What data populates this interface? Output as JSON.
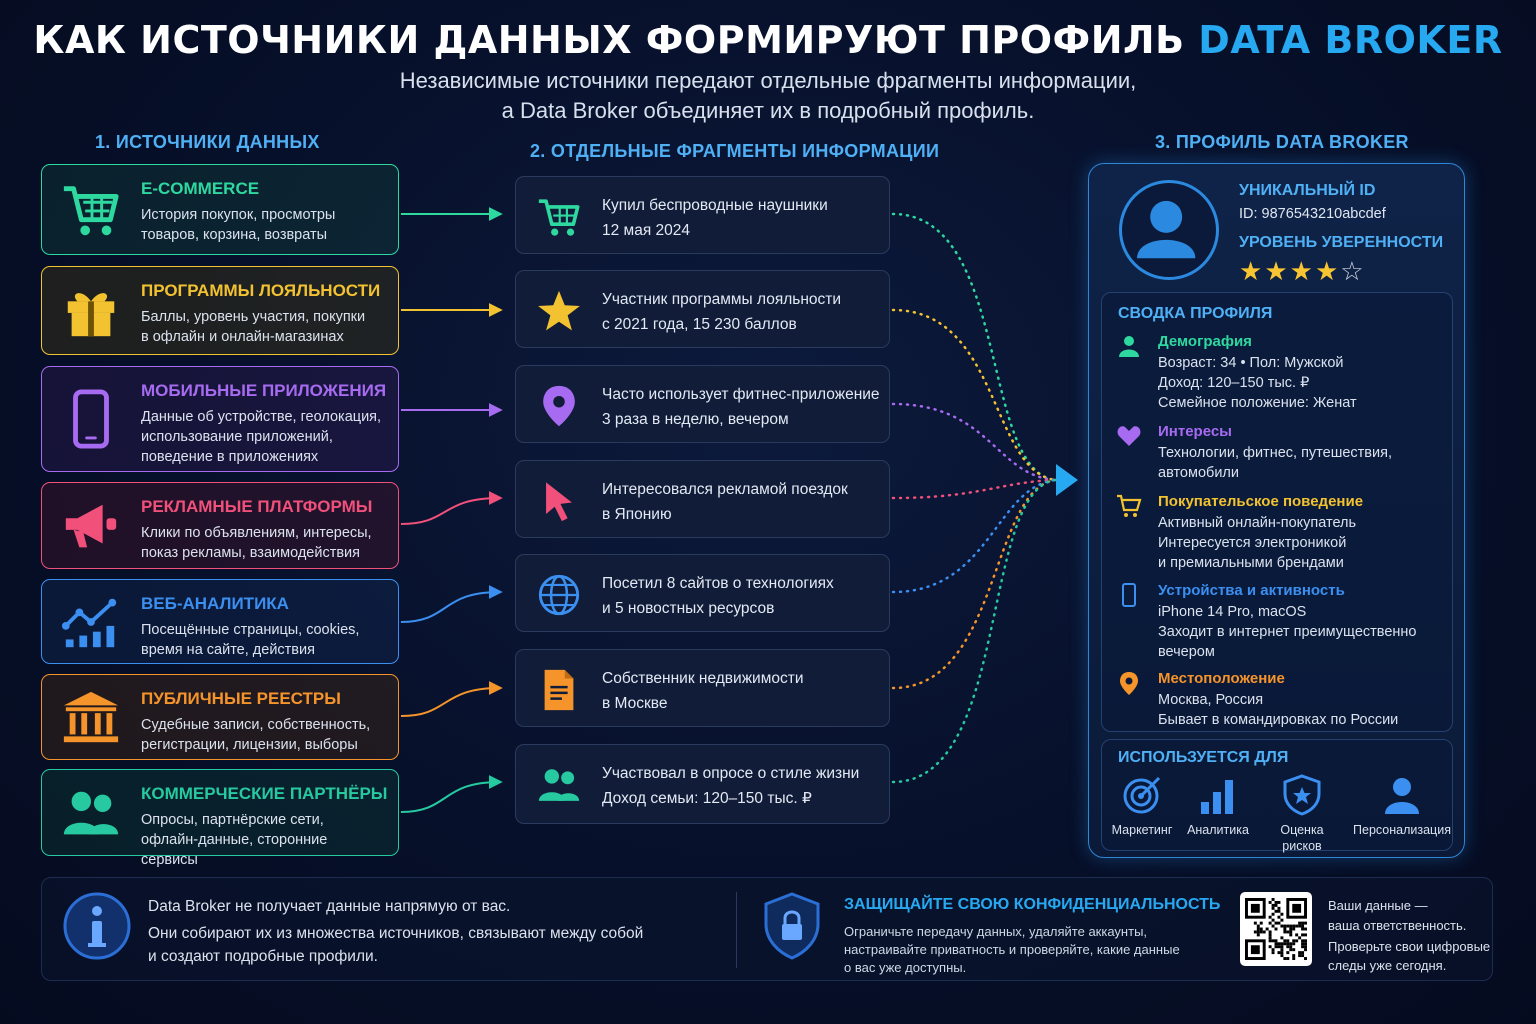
{
  "title": {
    "main": "КАК ИСТОЧНИКИ ДАННЫХ ФОРМИРУЮТ ПРОФИЛЬ",
    "accent": "DATA BROKER"
  },
  "subtitle": {
    "line1": "Независимые источники передают отдельные фрагменты информации,",
    "line2": "а Data Broker объединяет их в подробный профиль."
  },
  "columns": {
    "sources": "1. ИСТОЧНИКИ ДАННЫХ",
    "fragments": "2. ОТДЕЛЬНЫЕ ФРАГМЕНТЫ ИНФОРМАЦИИ",
    "profile": "3. ПРОФИЛЬ DATA BROKER"
  },
  "sources": [
    {
      "name": "E-COMMERCE",
      "line1": "История покупок, просмотры",
      "line2": "товаров, корзина, возвраты",
      "line3": "",
      "color": "#2ed9a0",
      "icon": "cart-icon"
    },
    {
      "name": "ПРОГРАММЫ ЛОЯЛЬНОСТИ",
      "line1": "Баллы, уровень участия, покупки",
      "line2": "в офлайн и онлайн-магазинах",
      "line3": "",
      "color": "#f2c230",
      "icon": "gift-icon"
    },
    {
      "name": "МОБИЛЬНЫЕ ПРИЛОЖЕНИЯ",
      "line1": "Данные об устройстве, геолокация,",
      "line2": "использование приложений,",
      "line3": "поведение в приложениях",
      "color": "#a66bf0",
      "icon": "phone-icon"
    },
    {
      "name": "РЕКЛАМНЫЕ ПЛАТФОРМЫ",
      "line1": "Клики по объявлениям, интересы,",
      "line2": "показ рекламы, взаимодействия",
      "line3": "",
      "color": "#f0507a",
      "icon": "megaphone-icon"
    },
    {
      "name": "ВЕБ-АНАЛИТИКА",
      "line1": "Посещённые страницы, cookies,",
      "line2": "время на сайте, действия",
      "line3": "",
      "color": "#3b8ff0",
      "icon": "analytics-icon"
    },
    {
      "name": "ПУБЛИЧНЫЕ РЕЕСТРЫ",
      "line1": "Судебные записи, собственность,",
      "line2": "регистрации, лицензии, выборы",
      "line3": "",
      "color": "#f5942a",
      "icon": "building-icon"
    },
    {
      "name": "КОММЕРЧЕСКИЕ ПАРТНЁРЫ",
      "line1": "Опросы, партнёрские сети,",
      "line2": "офлайн-данные, сторонние сервисы",
      "line3": "",
      "color": "#26c9a0",
      "icon": "partners-icon"
    }
  ],
  "fragments": [
    {
      "line1": "Купил беспроводные наушники",
      "line2": "12 мая 2024",
      "icon": "cart-icon"
    },
    {
      "line1": "Участник программы лояльности",
      "line2": "с 2021 года, 15 230 баллов",
      "icon": "star-icon"
    },
    {
      "line1": "Часто использует фитнес-приложение",
      "line2": "3 раза в неделю, вечером",
      "icon": "location-pin-icon"
    },
    {
      "line1": "Интересовался рекламой поездок",
      "line2": "в Японию",
      "icon": "cursor-icon"
    },
    {
      "line1": "Посетил 8 сайтов о технологиях",
      "line2": "и 5 новостных ресурсов",
      "icon": "globe-icon"
    },
    {
      "line1": "Собственник недвижимости",
      "line2": "в Москве",
      "icon": "document-icon"
    },
    {
      "line1": "Участвовал в опросе о стиле жизни",
      "line2": "Доход семьи: 120–150 тыс. ₽",
      "icon": "people-icon"
    }
  ],
  "profile": {
    "id_label": "УНИКАЛЬНЫЙ ID",
    "id_value": "ID: 9876543210abcdef",
    "confidence_label": "УРОВЕНЬ УВЕРЕННОСТИ",
    "stars_filled": 4,
    "stars_total": 5,
    "summary_title": "СВОДКА ПРОФИЛЯ",
    "sections": [
      {
        "name": "Демография",
        "color": "#2ed9a0",
        "icon": "person-icon",
        "lines": [
          "Возраст: 34  •  Пол: Мужской",
          "Доход: 120–150 тыс. ₽",
          "Семейное положение: Женат"
        ]
      },
      {
        "name": "Интересы",
        "color": "#a66bf0",
        "icon": "heart-icon",
        "lines": [
          "Технологии, фитнес, путешествия,",
          "автомобили"
        ]
      },
      {
        "name": "Покупательское поведение",
        "color": "#f2c230",
        "icon": "cart-icon",
        "lines": [
          "Активный онлайн-покупатель",
          "Интересуется электроникой",
          "и премиальными брендами"
        ]
      },
      {
        "name": "Устройства и активность",
        "color": "#3b8ff0",
        "icon": "phone-icon",
        "lines": [
          "iPhone 14 Pro, macOS",
          "Заходит в интернет преимущественно",
          "вечером"
        ]
      },
      {
        "name": "Местоположение",
        "color": "#f5942a",
        "icon": "location-pin-icon",
        "lines": [
          "Москва, Россия",
          "Бывает в командировках по России"
        ]
      }
    ],
    "uses_title": "ИСПОЛЬЗУЕТСЯ ДЛЯ",
    "uses": [
      {
        "label1": "Маркетинг",
        "label2": "",
        "icon": "target-icon"
      },
      {
        "label1": "Аналитика",
        "label2": "",
        "icon": "bar-chart-icon"
      },
      {
        "label1": "Оценка",
        "label2": "рисков",
        "icon": "shield-icon"
      },
      {
        "label1": "Персонализация",
        "label2": "",
        "icon": "user-icon"
      }
    ]
  },
  "footer": {
    "info_line1": "Data Broker не получает данные напрямую от вас.",
    "info_line2": "Они собирают их из множества источников, связывают между собой",
    "info_line3": "и создают подробные профили.",
    "privacy_title": "ЗАЩИЩАЙТЕ СВОЮ КОНФИДЕНЦИАЛЬНОСТЬ",
    "privacy_line1": "Ограничьте передачу данных, удаляйте аккаунты,",
    "privacy_line2": "настраивайте приватность и проверяйте, какие данные",
    "privacy_line3": "о вас уже доступны.",
    "qr_line1": "Ваши данные —",
    "qr_line2": "ваша ответственность.",
    "qr_line3": "Проверьте свои цифровые",
    "qr_line4": "следы уже сегодня."
  },
  "colors": {
    "accent": "#27a9f2",
    "background": "#07102a"
  }
}
